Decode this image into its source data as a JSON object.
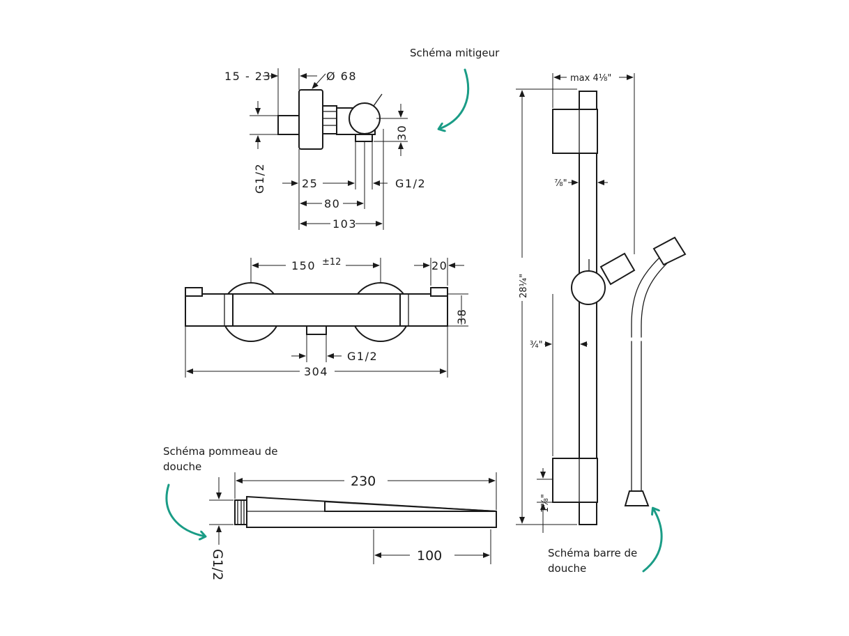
{
  "captions": {
    "mixer": "Schéma mitigeur",
    "shower_head_line1": "Schéma pommeau de",
    "shower_head_line2": "douche",
    "bar_line1": "Schéma barre de",
    "bar_line2": "douche"
  },
  "mixer_side": {
    "d_15_23": "15 - 23",
    "d_68": "Ø 68",
    "d_30": "30",
    "g12_left": "G1/2",
    "d_25": "25",
    "g12_right": "G1/2",
    "d_80": "80",
    "d_103": "103"
  },
  "mixer_front": {
    "d_150": "150",
    "d_150_tol": "±12",
    "d_20": "20",
    "d_38": "38",
    "g12": "G1/2",
    "d_304": "304"
  },
  "shower_head": {
    "d_230": "230",
    "d_100": "100",
    "g12": "G1/2"
  },
  "shower_bar": {
    "max": "max 4⅛\"",
    "d_7_8": "⅞\"",
    "d_28_1_4": "28¼\"",
    "d_3_4": "¾\"",
    "d_1_7_8": "1⅞\""
  },
  "colors": {
    "line": "#1a1a1a",
    "accent_arrow": "#1a9c86"
  }
}
